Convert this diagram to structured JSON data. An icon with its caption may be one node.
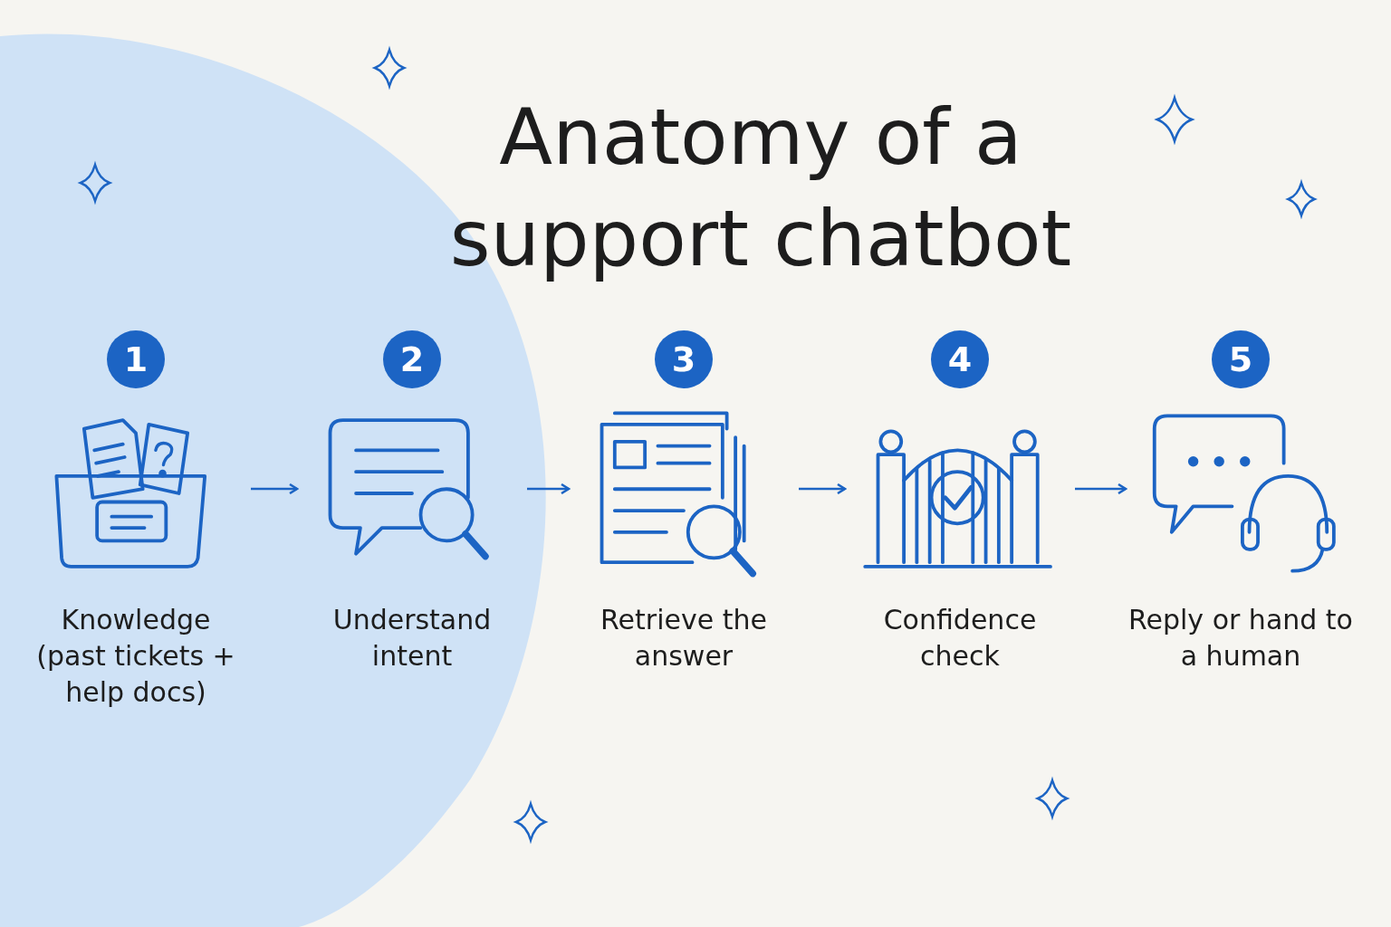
{
  "diagram": {
    "title": "Anatomy of a support chatbot",
    "nodes": [
      {
        "text": [
          "1",
          "Knowledge (past tickets + help docs)"
        ]
      },
      {
        "text": [
          "2",
          "Understand intent"
        ]
      },
      {
        "text": [
          "3",
          "Retrieve the answer"
        ]
      },
      {
        "text": [
          "4",
          "Confidence check"
        ]
      },
      {
        "text": [
          "5",
          "Reply or hand to a human"
        ]
      }
    ],
    "edges": [
      {
        "from": 0,
        "to": 1,
        "arrow": "to"
      },
      {
        "from": 1,
        "to": 2,
        "arrow": "to"
      },
      {
        "from": 2,
        "to": 3,
        "arrow": "to"
      },
      {
        "from": 3,
        "to": 4,
        "arrow": "to"
      }
    ]
  }
}
